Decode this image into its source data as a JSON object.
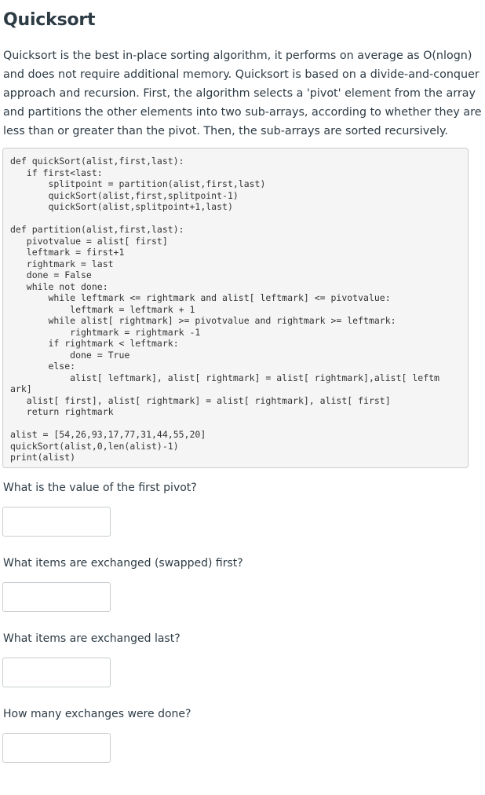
{
  "title": "Quicksort",
  "intro": {
    "lines": [
      "Quicksort is the best in-place sorting algorithm, it performs on average as O(nlogn)",
      "and does not require additional memory. Quicksort is based on a divide-and-conquer",
      "approach and recursion. First, the algorithm selects a 'pivot' element from the array",
      "and partitions the other elements into two sub-arrays, according to whether they are",
      "less than or greater than the pivot. Then, the sub-arrays are sorted recursively."
    ]
  },
  "code": "def quickSort(alist,first,last):\n   if first<last:\n       splitpoint = partition(alist,first,last)\n       quickSort(alist,first,splitpoint-1)\n       quickSort(alist,splitpoint+1,last)\n\ndef partition(alist,first,last):\n   pivotvalue = alist[ first]\n   leftmark = first+1\n   rightmark = last\n   done = False\n   while not done:\n       while leftmark <= rightmark and alist[ leftmark] <= pivotvalue:\n           leftmark = leftmark + 1\n       while alist[ rightmark] >= pivotvalue and rightmark >= leftmark:\n           rightmark = rightmark -1\n       if rightmark < leftmark:\n           done = True\n       else:\n           alist[ leftmark], alist[ rightmark] = alist[ rightmark],alist[ leftm\nark]\n   alist[ first], alist[ rightmark] = alist[ rightmark], alist[ first]\n   return rightmark\n\nalist = [54,26,93,17,77,31,44,55,20]\nquickSort(alist,0,len(alist)-1)\nprint(alist)",
  "questions": [
    {
      "text": "What is the value of the first pivot?",
      "answer": ""
    },
    {
      "text": "What items are exchanged (swapped) first?",
      "answer": ""
    },
    {
      "text": "What items are exchanged last?",
      "answer": ""
    },
    {
      "text": "How many exchanges were done?",
      "answer": ""
    }
  ]
}
